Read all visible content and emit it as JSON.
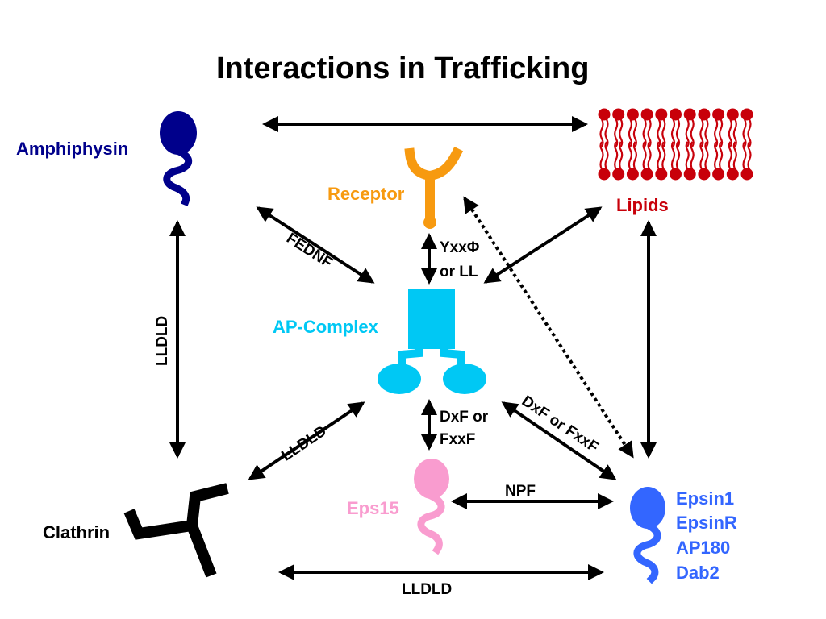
{
  "title": "Interactions in Trafficking",
  "colors": {
    "amphiphysin": "#00008b",
    "receptor": "#f79a10",
    "lipids": "#c8000a",
    "ap_complex": "#00c8f4",
    "eps15": "#f99ccf",
    "epsin": "#3366ff",
    "clathrin": "#000000",
    "arrow": "#000000"
  },
  "nodes": {
    "amphiphysin": "Amphiphysin",
    "receptor": "Receptor",
    "lipids": "Lipids",
    "ap_complex": "AP-Complex",
    "eps15": "Eps15",
    "clathrin": "Clathrin",
    "epsin_group": [
      "Epsin1",
      "EpsinR",
      "AP180",
      "Dab2"
    ]
  },
  "edges": {
    "fednf": "FEDNF",
    "yxx_line1": "YxxΦ",
    "yxx_line2": "or LL",
    "lldld_left": "LLDLD",
    "lldld_diag": "LLDLD",
    "dxf_line1": "DxF or",
    "dxf_line2": "FxxF",
    "dxf_diag": "DxF or FxxF",
    "npf": "NPF",
    "lldld_bottom": "LLDLD"
  }
}
